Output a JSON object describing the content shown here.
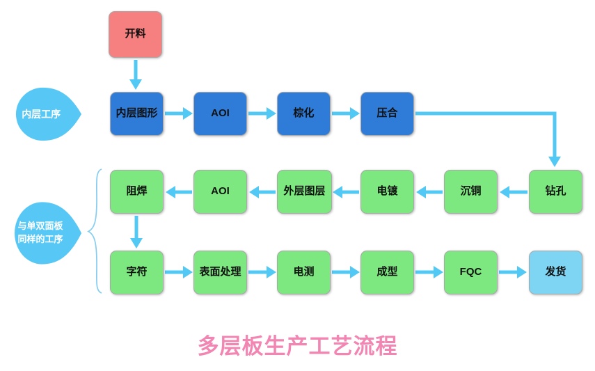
{
  "title": "多层板生产工艺流程",
  "labels": {
    "inner_process": "内层工序",
    "same_process_line1": "与单双面板",
    "same_process_line2": "同样的工序"
  },
  "nodes": {
    "cut": "开料",
    "inner_pattern": "内层图形",
    "aoi1": "AOI",
    "browning": "棕化",
    "lamination": "压合",
    "drilling": "钻孔",
    "copper_deposition": "沉铜",
    "plating": "电镀",
    "outer_pattern": "外层图层",
    "aoi2": "AOI",
    "solder_mask": "阻焊",
    "silkscreen": "字符",
    "surface_finish": "表面处理",
    "electrical_test": "电测",
    "forming": "成型",
    "fqc": "FQC",
    "shipping": "发货"
  },
  "colors": {
    "start_red": "#f5807f",
    "inner_blue": "#2f7cd8",
    "outer_green": "#7ce87f",
    "ship_lightblue": "#7ed5f3",
    "arrow": "#52c8f4",
    "bubble": "#57c8f5",
    "title_pink": "#f285b2"
  }
}
